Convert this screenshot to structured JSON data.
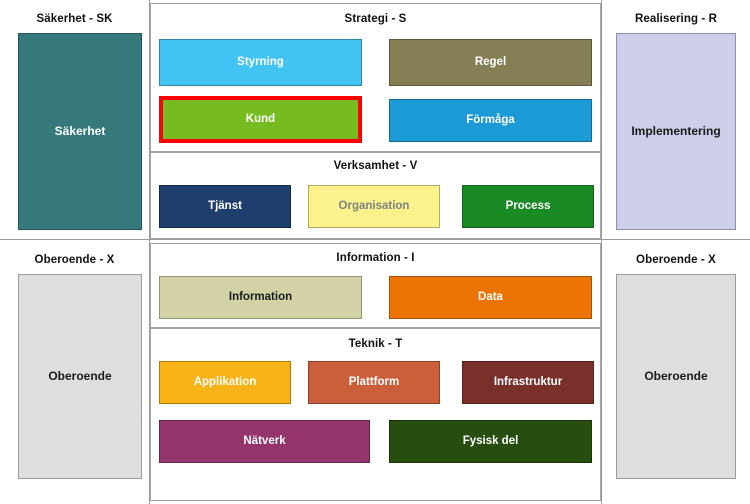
{
  "diagram": {
    "title_left_top": "Säkerhet - SK",
    "title_left_bottom": "Oberoende - X",
    "title_right_top": "Realisering - R",
    "title_right_bottom": "Oberoende - X"
  },
  "columns": {
    "left_top": {
      "header": "Säkerhet - SK",
      "box": {
        "label": "Säkerhet",
        "fill": "#35797d",
        "text": "#ffffff"
      }
    },
    "left_bottom": {
      "header": "Oberoende - X",
      "box": {
        "label": "Oberoende",
        "fill": "#dedede",
        "text": "#1a1a1a"
      }
    },
    "right_top": {
      "header": "Realisering - R",
      "box": {
        "label": "Implementering",
        "fill": "#ccceea",
        "text": "#1a1a1a"
      }
    },
    "right_bottom": {
      "header": "Oberoende - X",
      "box": {
        "label": "Oberoende",
        "fill": "#dedede",
        "text": "#1a1a1a"
      }
    }
  },
  "panels": [
    {
      "key": "strategi",
      "header": "Strategi - S",
      "boxes": [
        {
          "label": "Styrning",
          "fill": "#41c3f4",
          "text": "#ffffff",
          "highlight": false
        },
        {
          "label": "Regel",
          "fill": "#857f55",
          "text": "#ffffff",
          "highlight": false
        },
        {
          "label": "Kund",
          "fill": "#76bc21",
          "text": "#ffffff",
          "highlight": true
        },
        {
          "label": "Förmåga",
          "fill": "#1b9ad6",
          "text": "#ffffff",
          "highlight": false
        }
      ]
    },
    {
      "key": "verksamhet",
      "header": "Verksamhet - V",
      "boxes": [
        {
          "label": "Tjänst",
          "fill": "#1f3e6e",
          "text": "#ffffff",
          "highlight": false
        },
        {
          "label": "Organisation",
          "fill": "#fbf28c",
          "text": "#808080",
          "highlight": false
        },
        {
          "label": "Process",
          "fill": "#1a8a25",
          "text": "#ffffff",
          "highlight": false
        }
      ]
    },
    {
      "key": "information",
      "header": "Information - I",
      "boxes": [
        {
          "label": "Information",
          "fill": "#d3d2a6",
          "text": "#1a1a1a",
          "highlight": false
        },
        {
          "label": "Data",
          "fill": "#ec7404",
          "text": "#ffffff",
          "highlight": false
        }
      ]
    },
    {
      "key": "teknik",
      "header": "Teknik - T",
      "boxes": [
        {
          "label": "Applikation",
          "fill": "#f8b317",
          "text": "#ffffff",
          "highlight": false
        },
        {
          "label": "Plattform",
          "fill": "#cc5f3b",
          "text": "#ffffff",
          "highlight": false
        },
        {
          "label": "Infrastruktur",
          "fill": "#79302a",
          "text": "#ffffff",
          "highlight": false
        },
        {
          "label": "Nätverk",
          "fill": "#93346a",
          "text": "#ffffff",
          "highlight": false
        },
        {
          "label": "Fysisk del",
          "fill": "#274d11",
          "text": "#ffffff",
          "highlight": false
        }
      ]
    }
  ],
  "colors": {
    "divider": "#9a9a9a",
    "panel_border": "#a6a6a6",
    "highlight_border": "#ff0000",
    "background": "#ffffff"
  }
}
